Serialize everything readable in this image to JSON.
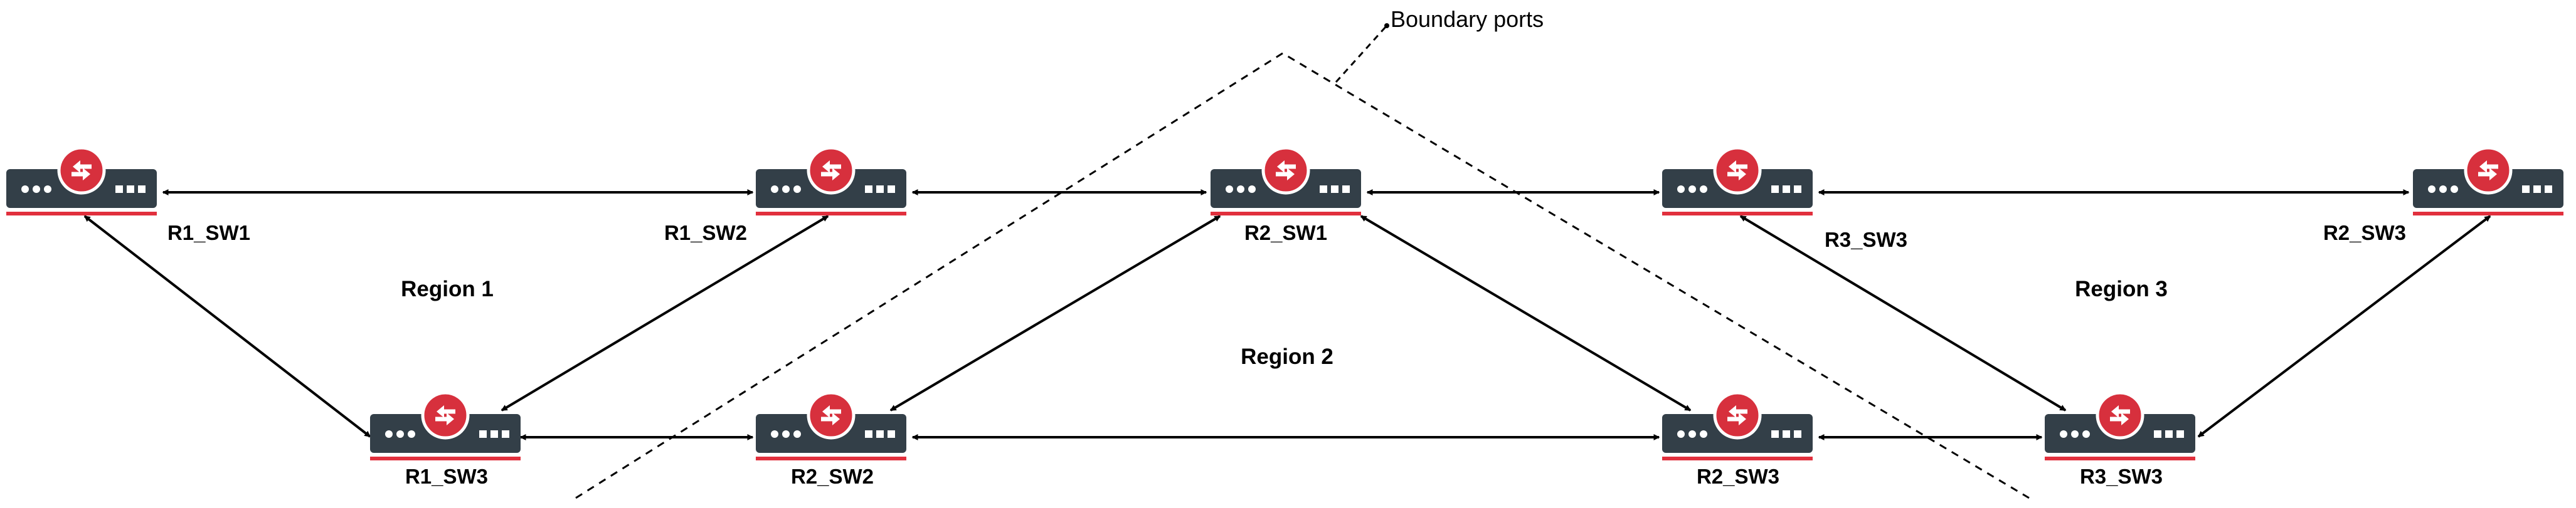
{
  "colors": {
    "switch_body": "#333f48",
    "switch_accent": "#e1303d",
    "router_badge": "#d7303d",
    "link": "#000000"
  },
  "icons": {
    "switch": "network-switch-icon",
    "router_badge": "bidirectional-arrows-icon"
  },
  "boundary": {
    "label": "Boundary ports",
    "style": "dashed"
  },
  "regions": [
    {
      "id": "region1",
      "label": "Region 1"
    },
    {
      "id": "region2",
      "label": "Region 2"
    },
    {
      "id": "region3",
      "label": "Region 3"
    }
  ],
  "switches": [
    {
      "id": "r1sw1",
      "label": "R1_SW1"
    },
    {
      "id": "r1sw2",
      "label": "R1_SW2"
    },
    {
      "id": "r1sw3",
      "label": "R1_SW3"
    },
    {
      "id": "r2sw1",
      "label": "R2_SW1"
    },
    {
      "id": "r2sw2",
      "label": "R2_SW2"
    },
    {
      "id": "r2sw3",
      "label": "R2_SW3"
    },
    {
      "id": "r3sw3a",
      "label": "R3_SW3"
    },
    {
      "id": "r3sw3b",
      "label": "R3_SW3"
    },
    {
      "id": "r2sw3b",
      "label": "R2_SW3"
    }
  ],
  "links": [
    {
      "from": "R1_SW1",
      "to": "R1_SW2"
    },
    {
      "from": "R1_SW2",
      "to": "R2_SW1"
    },
    {
      "from": "R2_SW1",
      "to": "R3_SW3"
    },
    {
      "from": "R3_SW3",
      "to": "R2_SW3"
    },
    {
      "from": "R1_SW1",
      "to": "R1_SW3"
    },
    {
      "from": "R1_SW2",
      "to": "R1_SW3"
    },
    {
      "from": "R2_SW1",
      "to": "R2_SW2"
    },
    {
      "from": "R2_SW1",
      "to": "R2_SW3"
    },
    {
      "from": "R3_SW3",
      "to": "R3_SW3"
    },
    {
      "from": "R2_SW3",
      "to": "R3_SW3"
    },
    {
      "from": "R1_SW3",
      "to": "R2_SW2"
    },
    {
      "from": "R2_SW2",
      "to": "R2_SW3"
    },
    {
      "from": "R2_SW3",
      "to": "R3_SW3"
    }
  ]
}
